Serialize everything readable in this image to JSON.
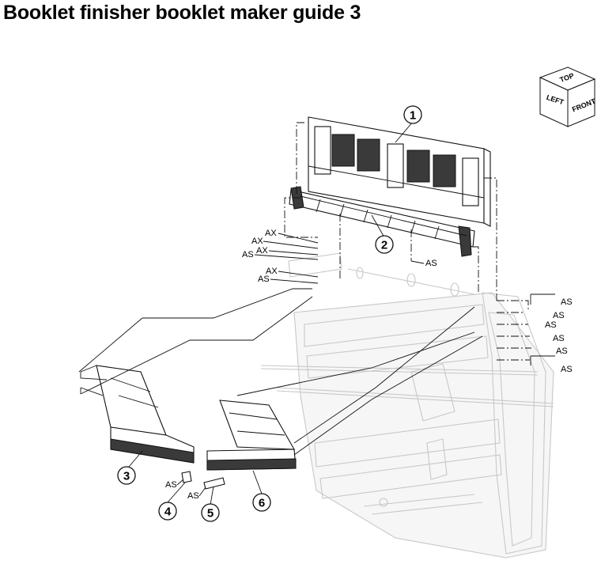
{
  "title": "Booklet finisher booklet maker guide 3",
  "orientation_cube": {
    "top": "TOP",
    "left": "LEFT",
    "front": "FRONT"
  },
  "callouts": [
    "1",
    "2",
    "3",
    "4",
    "5",
    "6"
  ],
  "connector_labels": {
    "left_ax1": "AX",
    "left_ax2": "AX",
    "left_as1": "AS",
    "left_ax3": "AX",
    "left_ax4": "AX",
    "left_as2": "AS",
    "mid_as": "AS",
    "right_as1": "AS",
    "right_as2": "AS",
    "right_as3": "AS",
    "right_as4": "AS",
    "right_as5": "AS",
    "right_as6": "AS",
    "bottom_as1": "AS",
    "bottom_as2": "AS"
  }
}
